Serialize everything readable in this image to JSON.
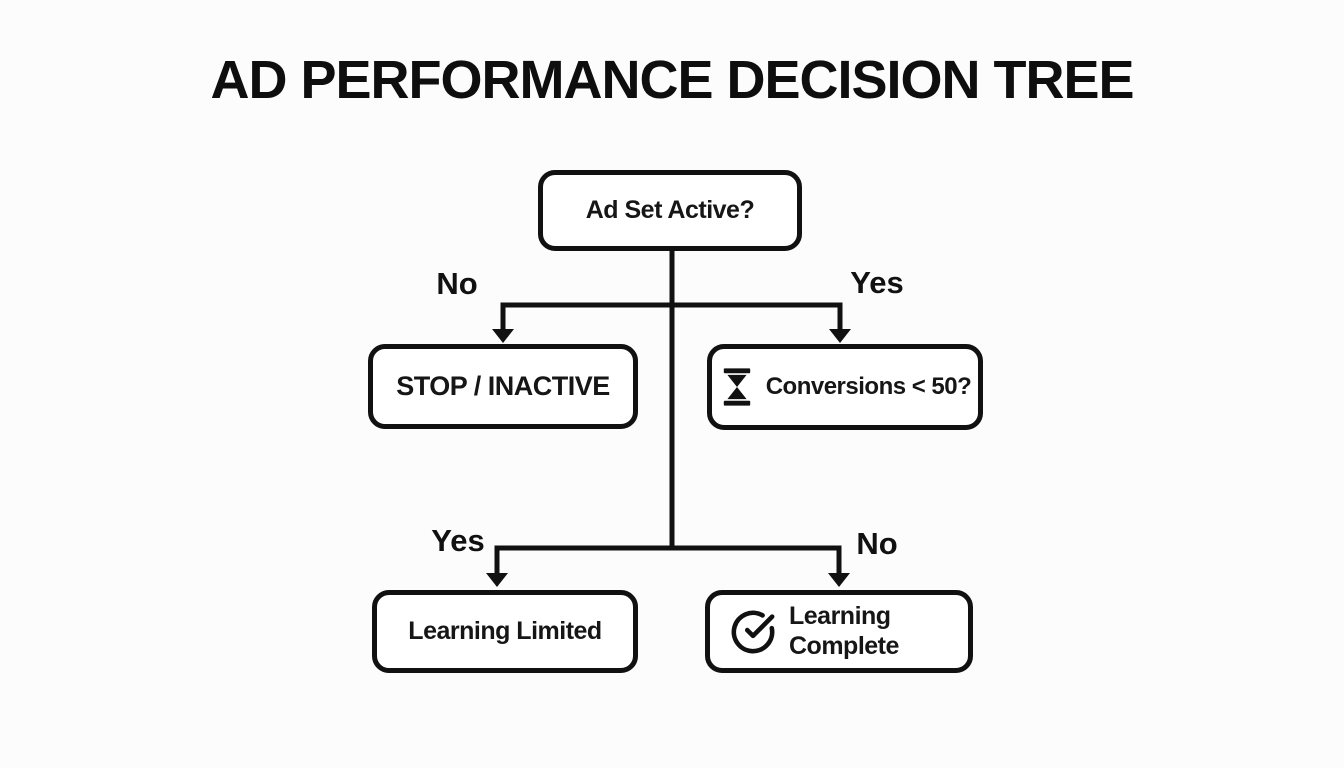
{
  "title": "AD PERFORMANCE DECISION TREE",
  "colors": {
    "ink": "#111111",
    "background": "#fcfcfc",
    "node_fill": "#ffffff"
  },
  "nodes": {
    "root": {
      "label": "Ad Set Active?"
    },
    "stop_inactive": {
      "label": "STOP / INACTIVE"
    },
    "conversions": {
      "label": "Conversions < 50?",
      "icon": "hourglass-icon"
    },
    "learning_limited": {
      "label": "Learning Limited"
    },
    "learning_complete": {
      "label_line1": "Learning",
      "label_line2": "Complete",
      "icon": "check-circle-icon"
    }
  },
  "edge_labels": {
    "root_no": "No",
    "root_yes": "Yes",
    "conversions_yes": "Yes",
    "conversions_no": "No"
  }
}
